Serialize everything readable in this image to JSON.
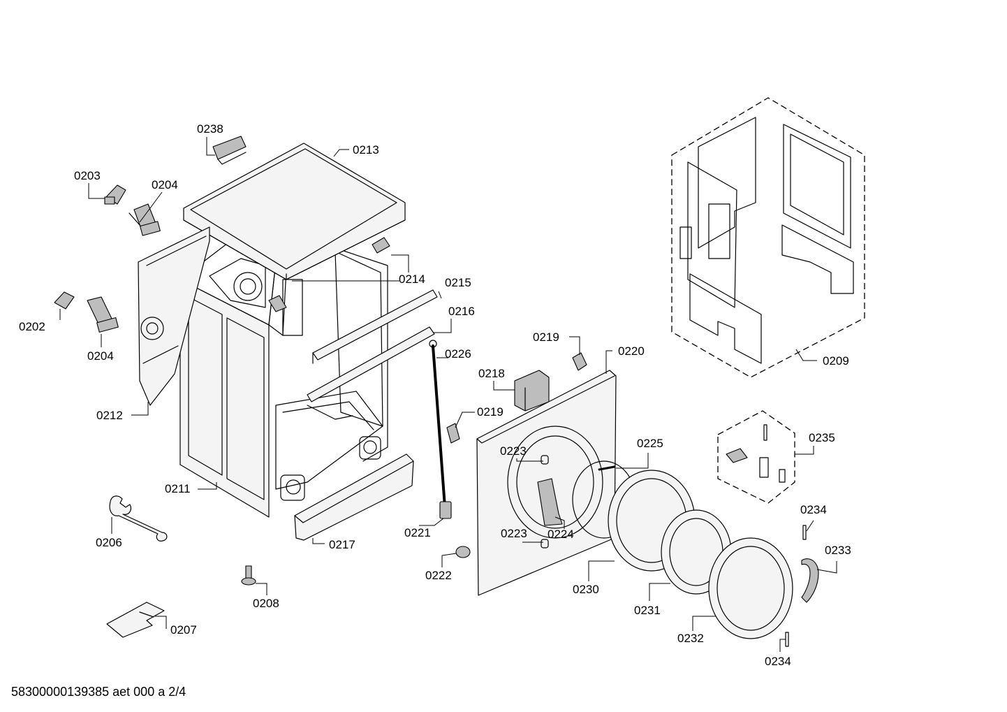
{
  "parts": [
    {
      "id": "p0238",
      "label": "0238"
    },
    {
      "id": "p0213",
      "label": "0213"
    },
    {
      "id": "p0203",
      "label": "0203"
    },
    {
      "id": "p0204a",
      "label": "0204"
    },
    {
      "id": "p0214",
      "label": "0214"
    },
    {
      "id": "p0215",
      "label": "0215"
    },
    {
      "id": "p0216",
      "label": "0216"
    },
    {
      "id": "p0202",
      "label": "0202"
    },
    {
      "id": "p0204b",
      "label": "0204"
    },
    {
      "id": "p0226",
      "label": "0226"
    },
    {
      "id": "p0219a",
      "label": "0219"
    },
    {
      "id": "p0220",
      "label": "0220"
    },
    {
      "id": "p0218",
      "label": "0218"
    },
    {
      "id": "p0209",
      "label": "0209"
    },
    {
      "id": "p0212",
      "label": "0212"
    },
    {
      "id": "p0219b",
      "label": "0219"
    },
    {
      "id": "p0225",
      "label": "0225"
    },
    {
      "id": "p0235",
      "label": "0235"
    },
    {
      "id": "p0223a",
      "label": "0223"
    },
    {
      "id": "p0211",
      "label": "0211"
    },
    {
      "id": "p0234a",
      "label": "0234"
    },
    {
      "id": "p0221",
      "label": "0221"
    },
    {
      "id": "p0206",
      "label": "0206"
    },
    {
      "id": "p0217",
      "label": "0217"
    },
    {
      "id": "p0223b",
      "label": "0223"
    },
    {
      "id": "p0224",
      "label": "0224"
    },
    {
      "id": "p0233",
      "label": "0233"
    },
    {
      "id": "p0222",
      "label": "0222"
    },
    {
      "id": "p0230",
      "label": "0230"
    },
    {
      "id": "p0208",
      "label": "0208"
    },
    {
      "id": "p0231",
      "label": "0231"
    },
    {
      "id": "p0207",
      "label": "0207"
    },
    {
      "id": "p0232",
      "label": "0232"
    },
    {
      "id": "p0234b",
      "label": "0234"
    }
  ],
  "footer": "58300000139385 aet 000 a 2/4"
}
